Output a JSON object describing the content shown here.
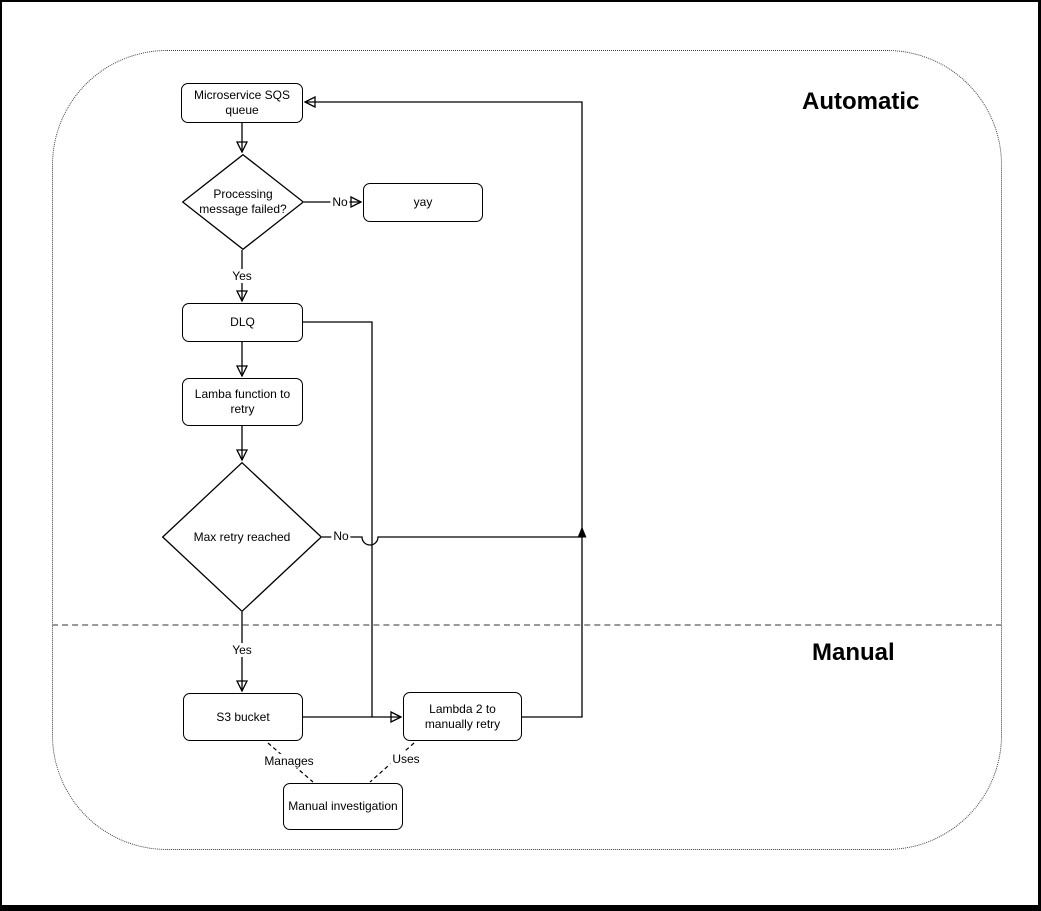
{
  "zones": {
    "automatic_label": "Automatic",
    "manual_label": "Manual"
  },
  "nodes": {
    "sqs_queue": {
      "label": "Microservice SQS queue"
    },
    "processing_failed": {
      "label": "Processing message failed?"
    },
    "yay": {
      "label": "yay"
    },
    "dlq": {
      "label": "DLQ"
    },
    "lamba_retry": {
      "label": "Lamba function to retry"
    },
    "max_retry": {
      "label": "Max retry reached"
    },
    "s3_bucket": {
      "label": "S3 bucket"
    },
    "lambda2": {
      "label": "Lambda 2 to manually retry"
    },
    "manual_investigation": {
      "label": "Manual investigation"
    }
  },
  "edge_labels": {
    "no_processing": "No",
    "yes_processing": "Yes",
    "no_max_retry": "No",
    "yes_max_retry": "Yes",
    "manages": "Manages",
    "uses": "Uses"
  },
  "colors": {
    "stroke": "#000000",
    "node_fill": "#ffffff",
    "divider": "#999999",
    "container_border": "#3d3d3d"
  }
}
